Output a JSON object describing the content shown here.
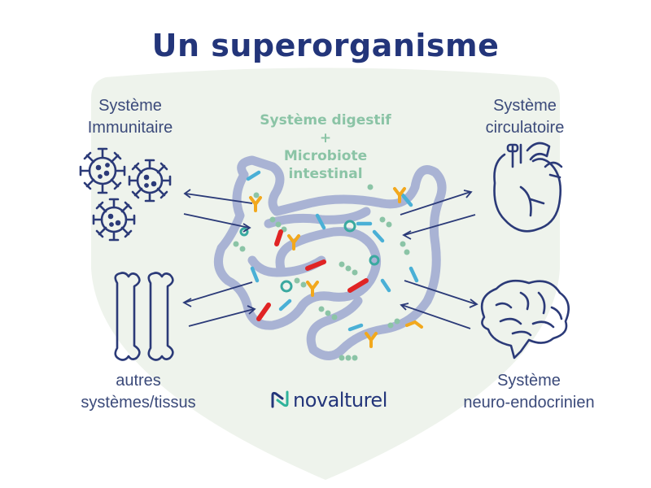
{
  "title": "Un superorganisme",
  "center": {
    "line1": "Système digestif",
    "plus": "+",
    "line2": "Microbiote",
    "line3": "intestinal"
  },
  "labels": {
    "immune_1": "Système",
    "immune_2": "Immunitaire",
    "circulatory_1": "Système",
    "circulatory_2": "circulatoire",
    "other_1": "autres",
    "other_2": "systèmes/tissus",
    "neuro_1": "Système",
    "neuro_2": "neuro-endocrinien"
  },
  "brand": {
    "name": "novalturel"
  },
  "colors": {
    "title": "#23357a",
    "icon_stroke": "#2b3a78",
    "shield": "#eef3ec",
    "intestine": "#a9b3d4",
    "center_text": "#8bc4a6"
  }
}
